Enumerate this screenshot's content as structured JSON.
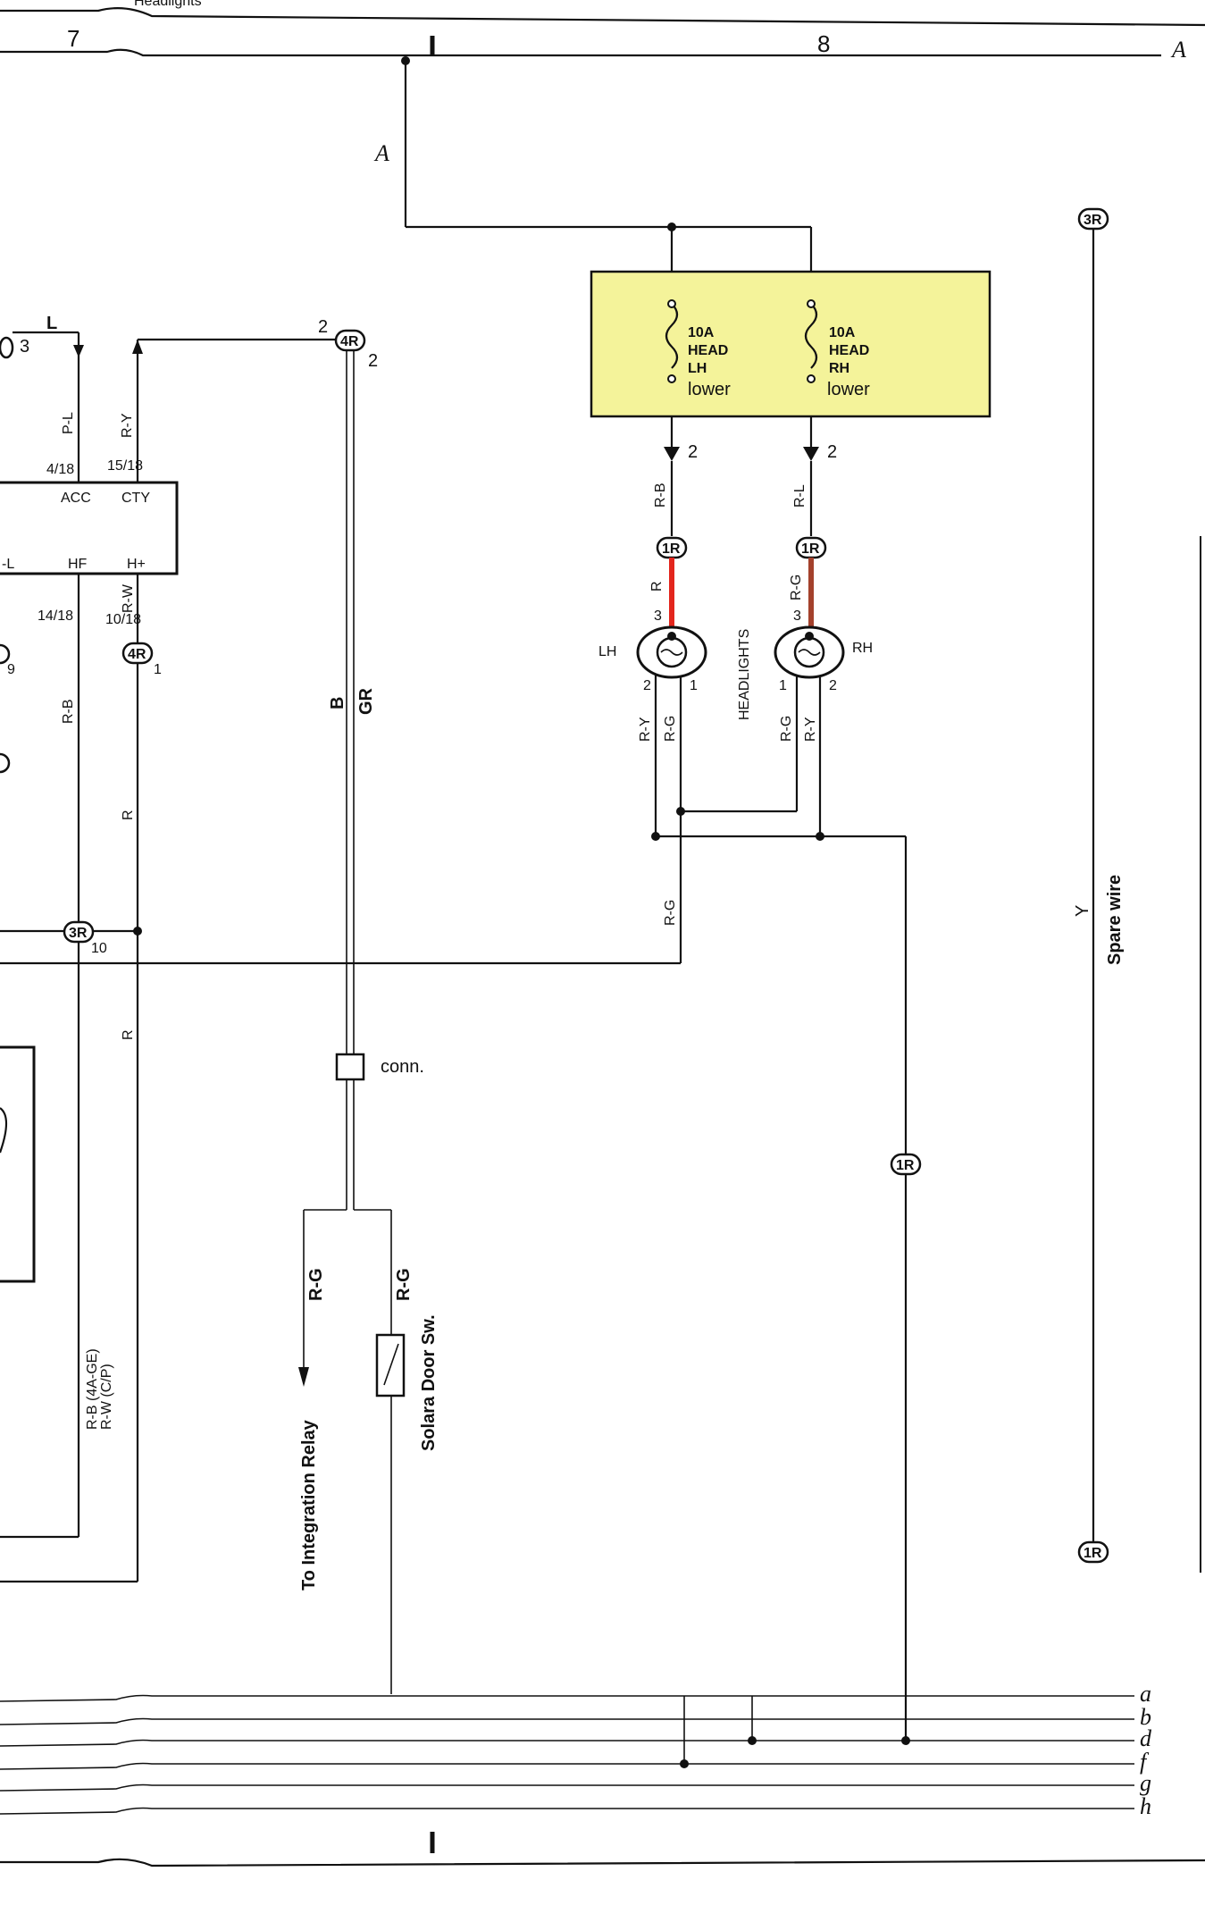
{
  "header": {
    "title_fragment": "Headlights",
    "section_left": "7",
    "section_right": "8",
    "bus_label": "A",
    "branch_label": "A"
  },
  "fuses": [
    {
      "rating": "10A",
      "name": "HEAD",
      "side": "LH",
      "note": "lower"
    },
    {
      "rating": "10A",
      "name": "HEAD",
      "side": "RH",
      "note": "lower"
    }
  ],
  "fuse_box_color": "#f4f39a",
  "highlight_wire_lh": "#e3261d",
  "highlight_wire_rh": "#a4412c",
  "left_module": {
    "pins_top": [
      "ACC",
      "CTY"
    ],
    "pins_bottom": [
      "-L",
      "HF",
      "H+"
    ],
    "fractions": [
      "4/18",
      "15/18",
      "14/18",
      "10/18"
    ]
  },
  "connectors": {
    "c3r": "3R",
    "c4r": "4R",
    "c1r": "1R"
  },
  "pin_numbers": [
    "3",
    "2",
    "2",
    "9",
    "1",
    "10",
    "2",
    "2",
    "3",
    "3",
    "2",
    "1",
    "1",
    "2"
  ],
  "wire_colors": {
    "L": "L",
    "PL": "P-L",
    "RY": "R-Y",
    "RB": "R-B",
    "RW": "R-W",
    "R": "R",
    "B": "B",
    "GR": "GR",
    "RG": "R-G",
    "RL": "R-L",
    "Y": "Y",
    "RB4AGE": "R-B (4A-GE)",
    "RWCP": "R-W (C/P)"
  },
  "headlights": {
    "group_label": "HEADLIGHTS",
    "lh": "LH",
    "rh": "RH"
  },
  "labels": {
    "conn": "conn.",
    "integration_relay": "To Integration Relay",
    "door_sw": "Solara Door Sw.",
    "spare_wire": "Spare wire"
  },
  "ground_bus_letters": [
    "a",
    "b",
    "d",
    "f",
    "g",
    "h"
  ]
}
